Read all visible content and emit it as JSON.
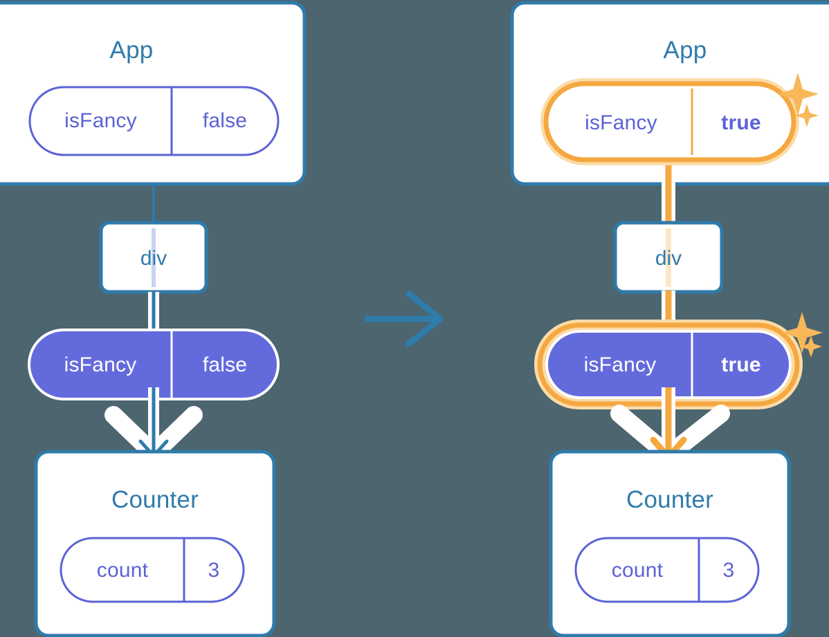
{
  "diagram": {
    "type": "react-state-propagation",
    "background_color": "#4C656F",
    "colors": {
      "box_border_blue": "#2F7BAA",
      "title_blue": "#2F7BAA",
      "pill_purple": "#5B62D6",
      "pill_fill_purple": "#636BDC",
      "highlight_orange": "#F5A840",
      "highlight_glow": "#FBDCA8",
      "white": "#FFFFFF",
      "faded_line_blue": "#C9D4EE",
      "faded_line_orange": "#FCE6C4"
    },
    "transition_arrow": {
      "icon": "arrow-right-icon",
      "color": "#2F7BAA"
    }
  },
  "panels": [
    {
      "id": "before",
      "app": {
        "title": "App",
        "state_pill": {
          "key": "isFancy",
          "value": "false",
          "style": "outline",
          "highlighted": false,
          "bold_value": false
        }
      },
      "div": {
        "label": "div"
      },
      "prop_pill": {
        "key": "isFancy",
        "value": "false",
        "style": "filled",
        "highlighted": false,
        "bold_value": false
      },
      "counter": {
        "title": "Counter",
        "state_pill": {
          "key": "count",
          "value": "3",
          "style": "outline",
          "highlighted": false,
          "bold_value": false
        }
      },
      "sparkles": []
    },
    {
      "id": "after",
      "app": {
        "title": "App",
        "state_pill": {
          "key": "isFancy",
          "value": "true",
          "style": "outline",
          "highlighted": true,
          "bold_value": true
        }
      },
      "div": {
        "label": "div"
      },
      "prop_pill": {
        "key": "isFancy",
        "value": "true",
        "style": "filled",
        "highlighted": true,
        "bold_value": true
      },
      "counter": {
        "title": "Counter",
        "state_pill": {
          "key": "count",
          "value": "3",
          "style": "outline",
          "highlighted": false,
          "bold_value": false
        }
      },
      "sparkles": [
        "sparkle-large-icon",
        "sparkle-small-icon"
      ]
    }
  ]
}
